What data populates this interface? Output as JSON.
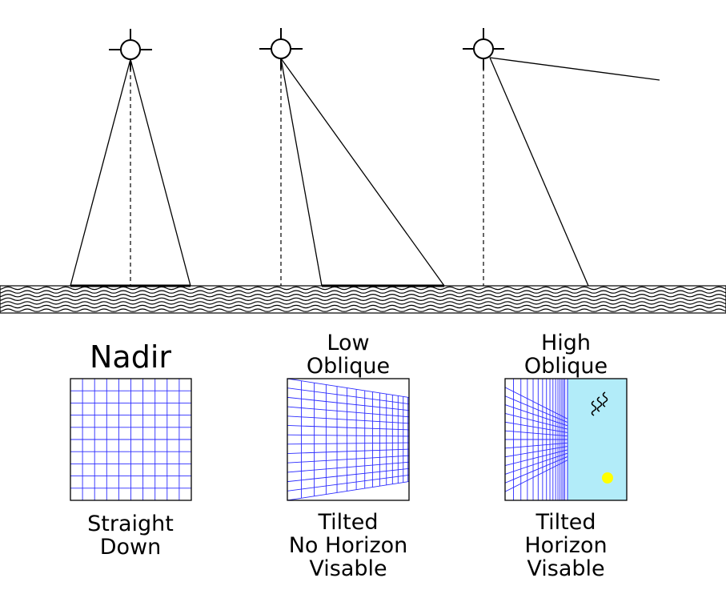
{
  "views": [
    {
      "id": "nadir",
      "title": [
        "Nadir"
      ],
      "caption": [
        "Straight",
        "Down"
      ]
    },
    {
      "id": "low-oblique",
      "title": [
        "Low",
        "Oblique"
      ],
      "caption": [
        "Tilted",
        "No Horizon",
        "Visable"
      ]
    },
    {
      "id": "high-oblique",
      "title": [
        "High",
        "Oblique"
      ],
      "caption": [
        "Tilted",
        "Horizon",
        "Visable"
      ]
    }
  ],
  "colors": {
    "grid": "#2b2bff",
    "sky": "#b2ecf9",
    "sun": "#ffff00",
    "ink": "#000000"
  },
  "icons": [
    "camera-crosshair-icon",
    "bird-icon",
    "sun-icon",
    "ground-wave-pattern"
  ]
}
